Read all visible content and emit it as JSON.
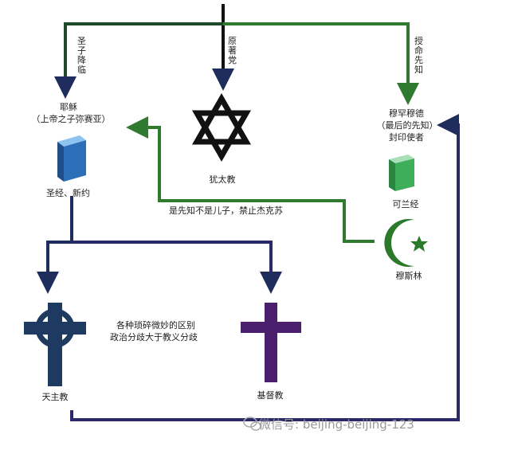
{
  "nodes": {
    "jesus": {
      "name": "耶稣",
      "subtitle": "（上帝之子弥赛亚）",
      "book": "圣经、新约"
    },
    "judaism": {
      "name": "犹太教"
    },
    "muhammad": {
      "line1": "穆罕穆德",
      "line2": "（最后的先知）",
      "line3": "封印使者",
      "book": "可兰经"
    },
    "islam": {
      "name": "穆斯林"
    },
    "catholic": {
      "name": "天主教"
    },
    "christian": {
      "name": "基督教"
    }
  },
  "edges": {
    "savior_descends": "圣子降临",
    "chosen_people": "原著党",
    "commissioned_prophet": "授命先知",
    "prophet_not_son": "是先知不是儿子，禁止杰克苏",
    "difference_line1": "各种琐碎微妙的区别",
    "difference_line2": "政治分歧大于教义分歧"
  },
  "watermark": {
    "text": "微信号: beijing-beijing-123"
  },
  "colors": {
    "green": "#2f7a2f",
    "dark_blue": "#1f2d5c",
    "navy_cross": "#1e3a60",
    "purple_cross": "#4a1f6e",
    "book_blue": "#4f8fd0",
    "book_green": "#3fae5a"
  }
}
